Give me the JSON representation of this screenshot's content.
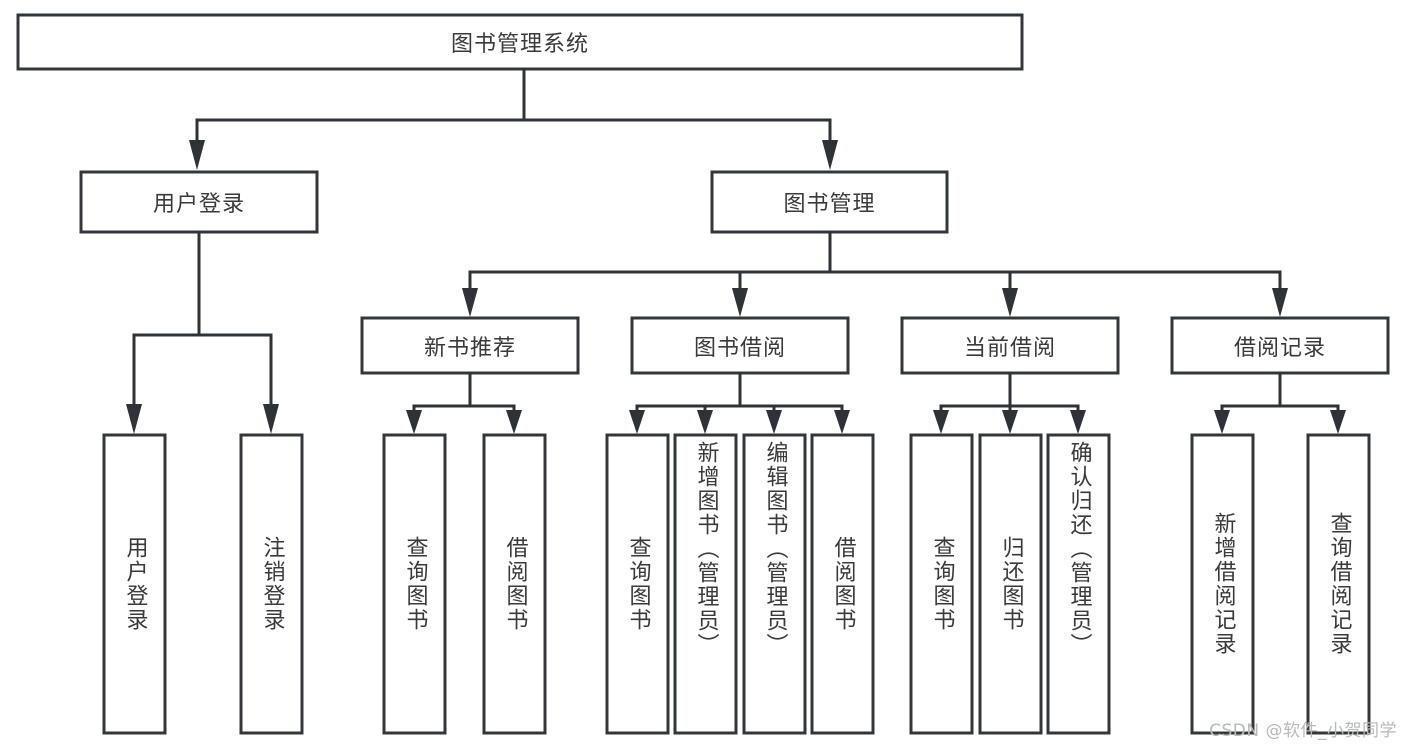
{
  "diagram": {
    "title": "图书管理系统",
    "type": "tree-hierarchy",
    "watermark": "CSDN @软件_小贺同学",
    "colors": {
      "stroke": "#33373b",
      "fill": "#ffffff",
      "text": "#3a3a3a",
      "watermark": "#b9b9b9"
    },
    "nodes": {
      "root": {
        "label": "图书管理系统",
        "orientation": "horizontal"
      },
      "level2": [
        {
          "label": "用户登录",
          "orientation": "horizontal"
        },
        {
          "label": "图书管理",
          "orientation": "horizontal"
        }
      ],
      "level3": [
        {
          "label": "新书推荐",
          "orientation": "horizontal"
        },
        {
          "label": "图书借阅",
          "orientation": "horizontal"
        },
        {
          "label": "当前借阅",
          "orientation": "horizontal"
        },
        {
          "label": "借阅记录",
          "orientation": "horizontal"
        }
      ],
      "leaves": {
        "user_login": [
          {
            "label": "用户登录",
            "orientation": "vertical",
            "align": "center"
          },
          {
            "label": "注销登录",
            "orientation": "vertical",
            "align": "center"
          }
        ],
        "new_book_recommend": [
          {
            "label": "查询图书",
            "orientation": "vertical",
            "align": "center"
          },
          {
            "label": "借阅图书",
            "orientation": "vertical",
            "align": "center"
          }
        ],
        "book_borrow": [
          {
            "label": "查询图书",
            "orientation": "vertical",
            "align": "center"
          },
          {
            "label": "新增图书（管理员）",
            "orientation": "vertical",
            "align": "top"
          },
          {
            "label": "编辑图书（管理员）",
            "orientation": "vertical",
            "align": "top"
          },
          {
            "label": "借阅图书",
            "orientation": "vertical",
            "align": "center"
          }
        ],
        "current_borrow": [
          {
            "label": "查询图书",
            "orientation": "vertical",
            "align": "center"
          },
          {
            "label": "归还图书",
            "orientation": "vertical",
            "align": "center"
          },
          {
            "label": "确认归还（管理员）",
            "orientation": "vertical",
            "align": "top"
          }
        ],
        "borrow_records": [
          {
            "label": "新增借阅记录",
            "orientation": "vertical",
            "align": "center"
          },
          {
            "label": "查询借阅记录",
            "orientation": "vertical",
            "align": "center"
          }
        ]
      }
    }
  }
}
